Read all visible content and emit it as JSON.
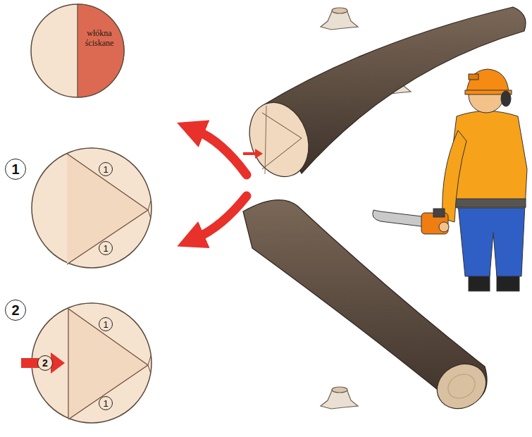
{
  "diagram": {
    "nodes": [
      {
        "text": [
          "włókna ściskane"
        ]
      }
    ],
    "labels": [
      "1",
      "1",
      "1",
      "2",
      "2",
      "1",
      "1"
    ]
  }
}
